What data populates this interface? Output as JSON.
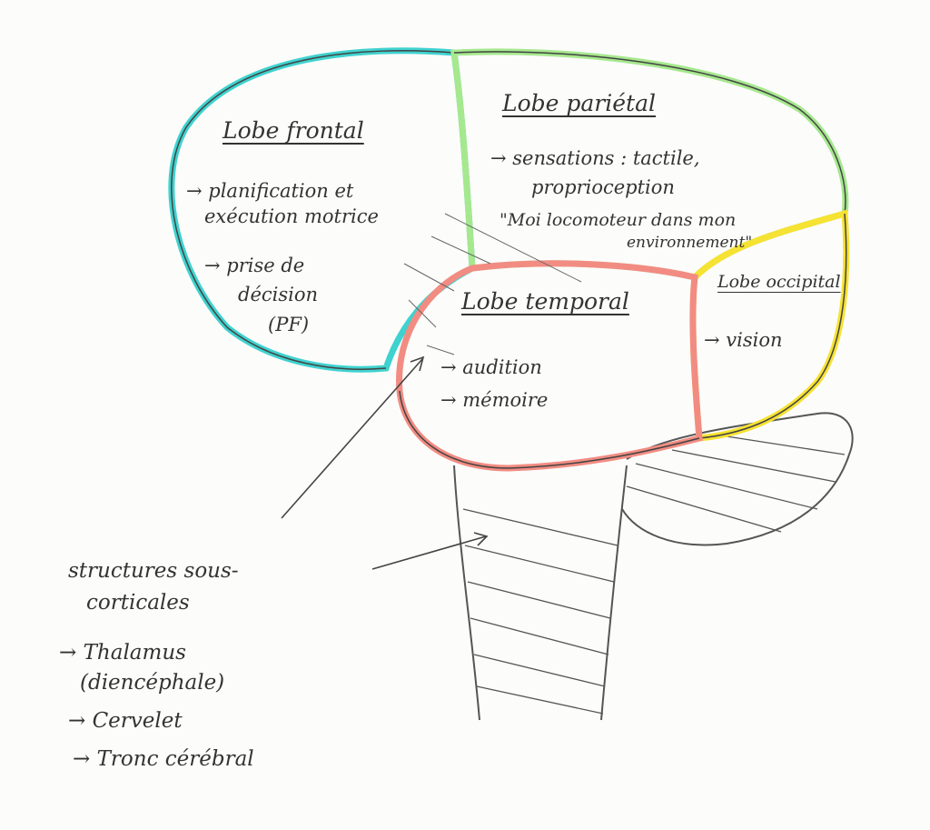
{
  "lobes": {
    "frontal": {
      "title": "Lobe frontal",
      "items": [
        "→ planification et",
        "exécution motrice",
        "→ prise de",
        "décision",
        "(PF)"
      ],
      "color": "#3fd2cf"
    },
    "parietal": {
      "title": "Lobe pariétal",
      "items": [
        "→ sensations : tactile,",
        "proprioception",
        "\"Moi locomoteur dans mon",
        "environnement\""
      ],
      "color": "#a6e88e"
    },
    "temporal": {
      "title": "Lobe temporal",
      "items": [
        "→ audition",
        "→ mémoire"
      ],
      "color": "#f28c82"
    },
    "occipital": {
      "title": "Lobe occipital",
      "items": [
        "→ vision"
      ],
      "color": "#f6e232"
    }
  },
  "subcortical": {
    "title": [
      "structures sous-",
      "corticales"
    ],
    "items": [
      "→ Thalamus",
      "(diencéphale)",
      "→ Cervelet",
      "→ Tronc cérébral"
    ]
  },
  "outline_color": "#444444"
}
